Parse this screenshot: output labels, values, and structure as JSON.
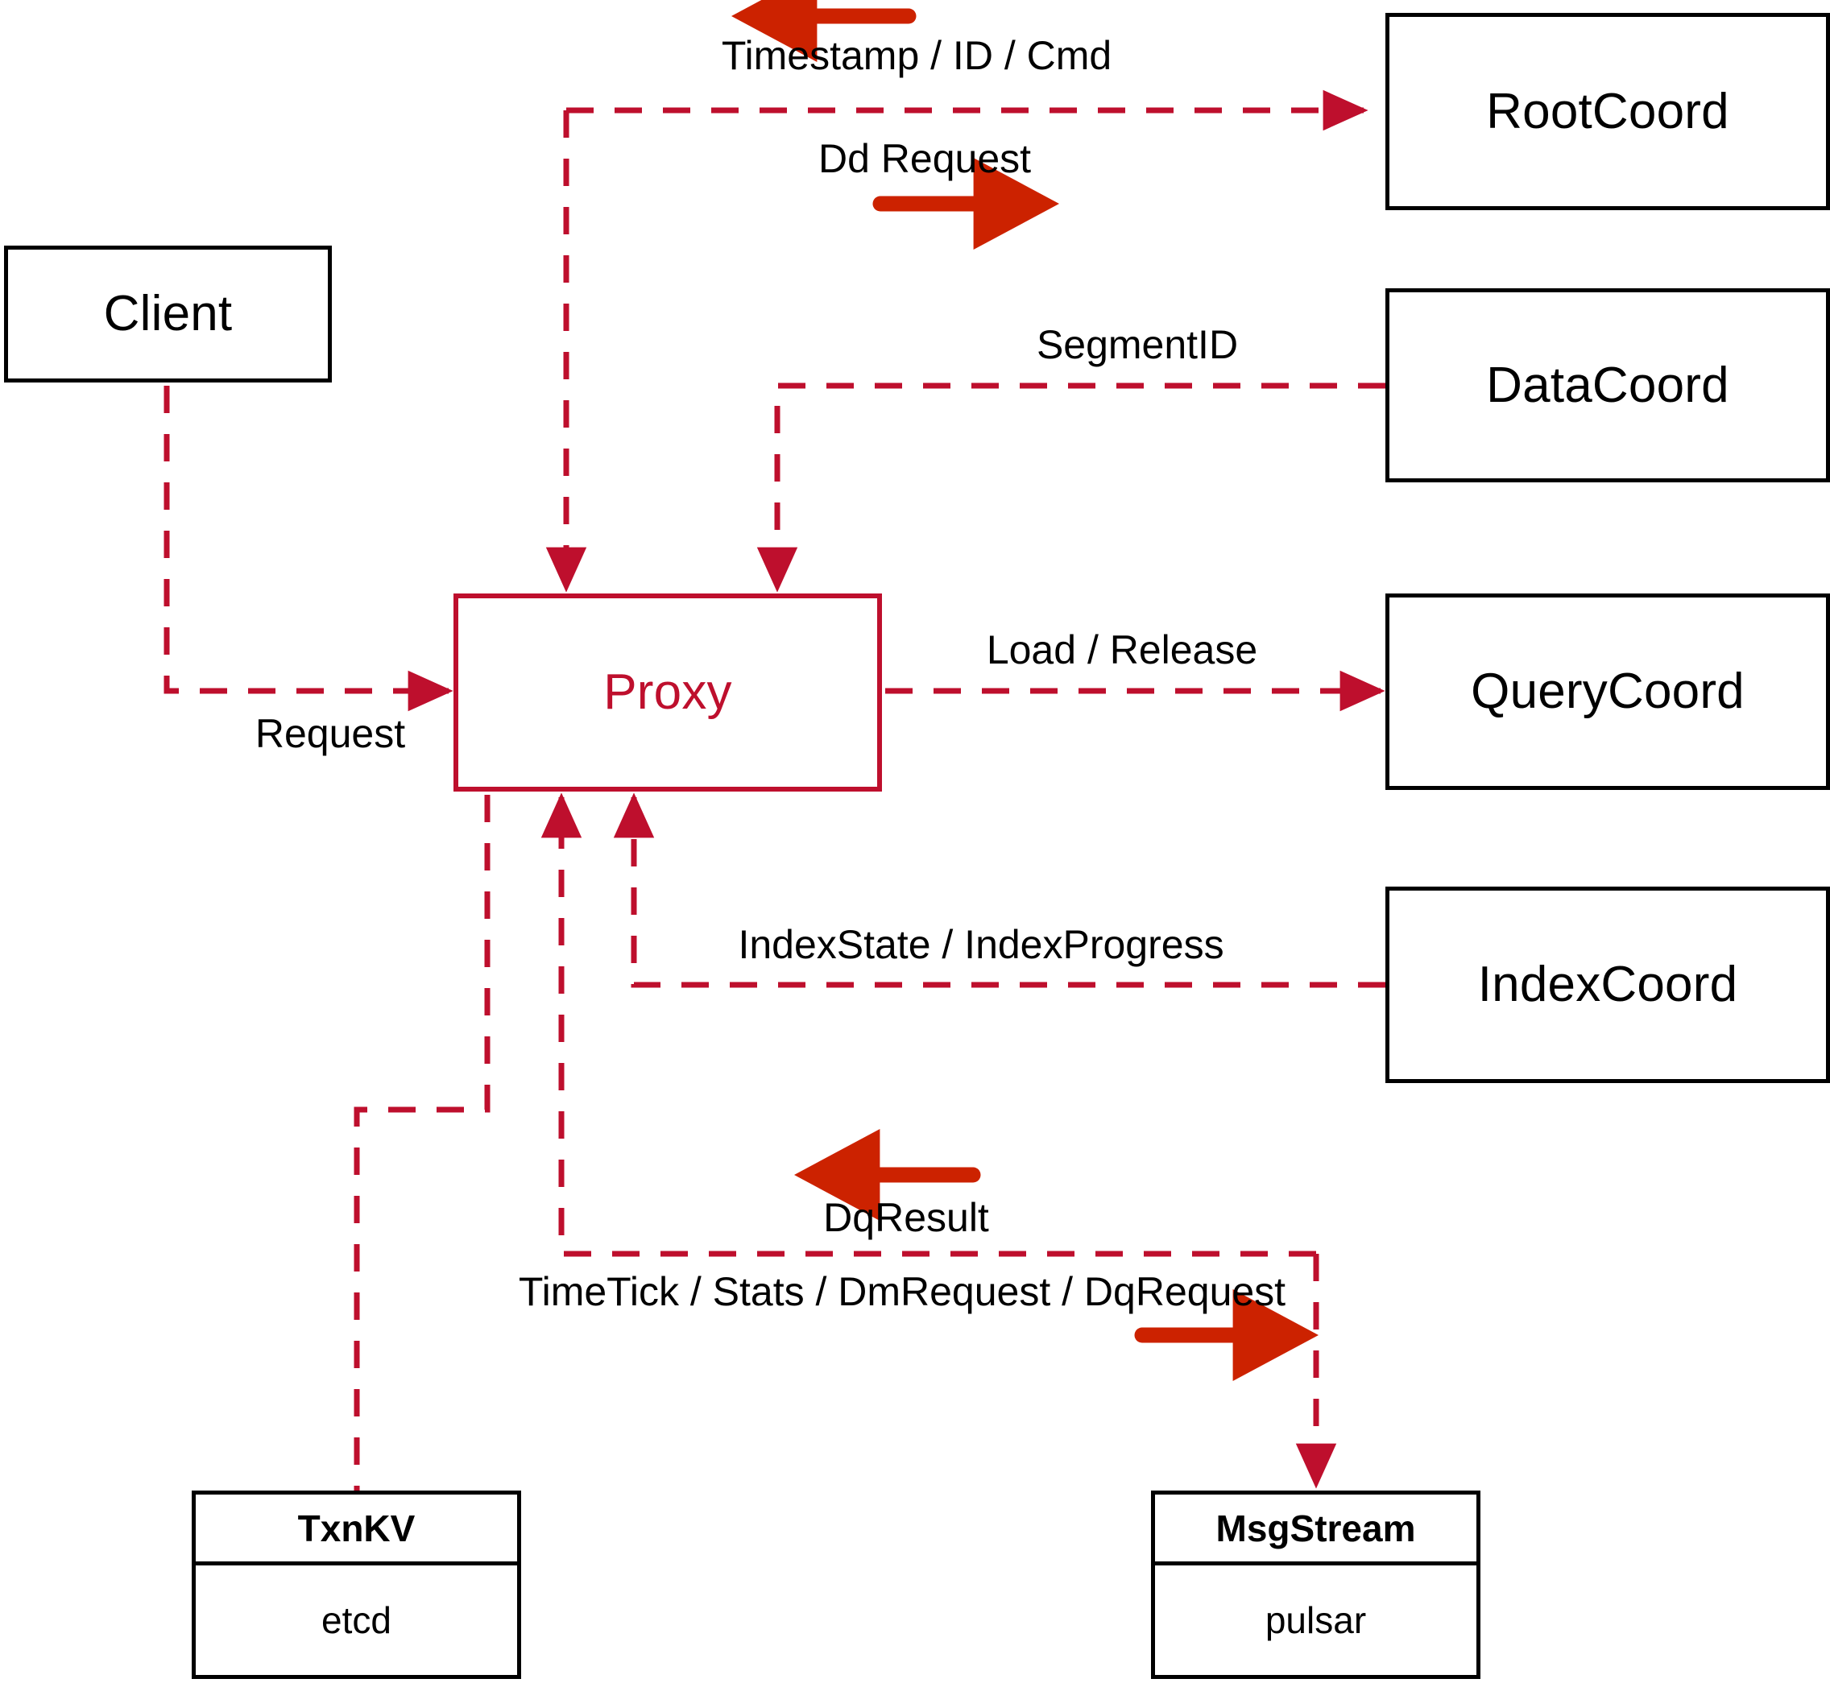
{
  "diagram": {
    "title": "Proxy component interaction diagram",
    "colors": {
      "node_stroke": "#000000",
      "proxy_stroke": "#be0f2d",
      "dashed_edge": "#be0f2d",
      "solid_arrow": "#cc2200",
      "background": "#ffffff"
    }
  },
  "nodes": {
    "client": {
      "label": "Client"
    },
    "proxy": {
      "label": "Proxy"
    },
    "root_coord": {
      "label": "RootCoord"
    },
    "data_coord": {
      "label": "DataCoord"
    },
    "query_coord": {
      "label": "QueryCoord"
    },
    "index_coord": {
      "label": "IndexCoord"
    },
    "txn_kv": {
      "label": "TxnKV",
      "impl": "etcd"
    },
    "msg_stream": {
      "label": "MsgStream",
      "impl": "pulsar"
    }
  },
  "edges": {
    "timestamp_id_cmd": {
      "label": "Timestamp / ID / Cmd",
      "direction": "left"
    },
    "dd_request": {
      "label": "Dd Request",
      "direction": "right"
    },
    "segment_id": {
      "label": "SegmentID",
      "direction": "left"
    },
    "load_release": {
      "label": "Load / Release",
      "direction": "right"
    },
    "index_state": {
      "label": "IndexState / IndexProgress",
      "direction": "left"
    },
    "request": {
      "label": "Request",
      "direction": "right"
    },
    "dq_result": {
      "label": "DqResult",
      "direction": "left"
    },
    "stream_request": {
      "label": "TimeTick / Stats / DmRequest / DqRequest",
      "direction": "right"
    }
  }
}
